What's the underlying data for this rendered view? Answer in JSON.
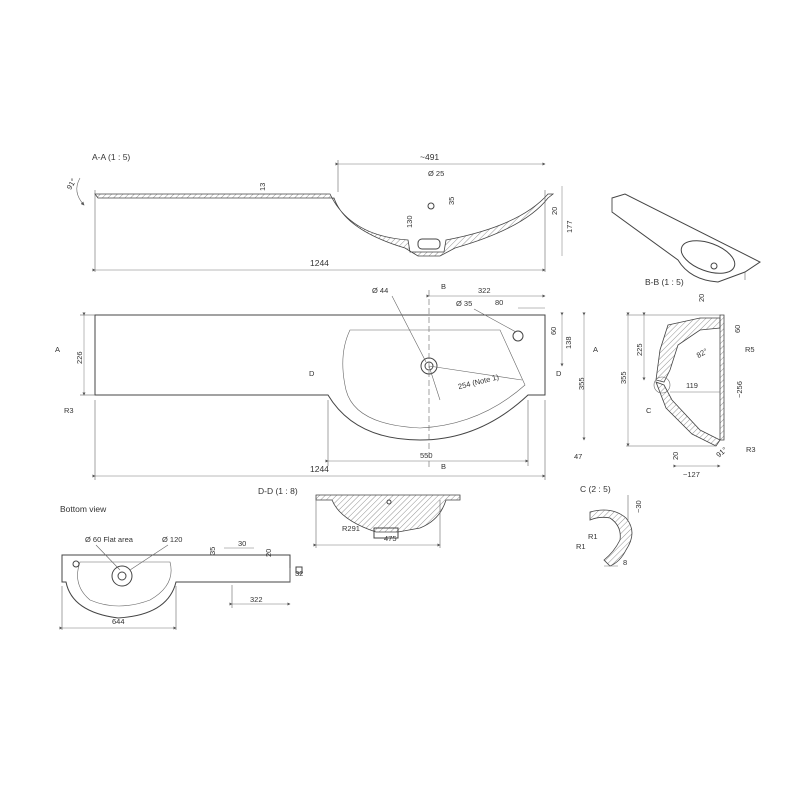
{
  "section_aa": {
    "title": "A-A (1 : 5)",
    "angle": "91°",
    "d_491": "~491",
    "d_25": "Ø 25",
    "d_13": "13",
    "d_35": "35",
    "d_130": "130",
    "d_20": "20",
    "d_177": "177",
    "d_1244": "1244"
  },
  "plan_view": {
    "d_44": "Ø 44",
    "d_35": "Ø 35",
    "d_322": "322",
    "d_80": "80",
    "d_60": "60",
    "d_138": "138",
    "d_355": "355",
    "d_226": "226",
    "d_r3": "R3",
    "d_254": "254 (Note 1)",
    "d_550": "550",
    "d_47": "47",
    "d_1244": "1244",
    "mark_a": "A",
    "mark_b": "B",
    "mark_d": "D"
  },
  "section_bb": {
    "title": "B-B (1 : 5)",
    "d_20": "20",
    "d_60": "60",
    "d_r5": "R5",
    "d_82": "82°",
    "d_225": "225",
    "d_355": "355",
    "d_119": "119",
    "d_256": "~256",
    "d_c": "C",
    "d_20b": "20",
    "d_127": "~127",
    "d_91": "91°",
    "d_r3": "R3"
  },
  "section_dd": {
    "title": "D-D (1 : 8)",
    "d_r291": "R291",
    "d_475": "475"
  },
  "detail_c": {
    "title": "C (2 : 5)",
    "d_30": "~30",
    "d_r1a": "R1",
    "d_r1b": "R1",
    "d_8": "8"
  },
  "bottom_view": {
    "title": "Bottom view",
    "d_60": "Ø 60 Flat area",
    "d_120": "Ø 120",
    "d_35": "35",
    "d_30": "30",
    "d_20": "20",
    "d_32": "32",
    "d_322": "322",
    "d_644": "644"
  }
}
